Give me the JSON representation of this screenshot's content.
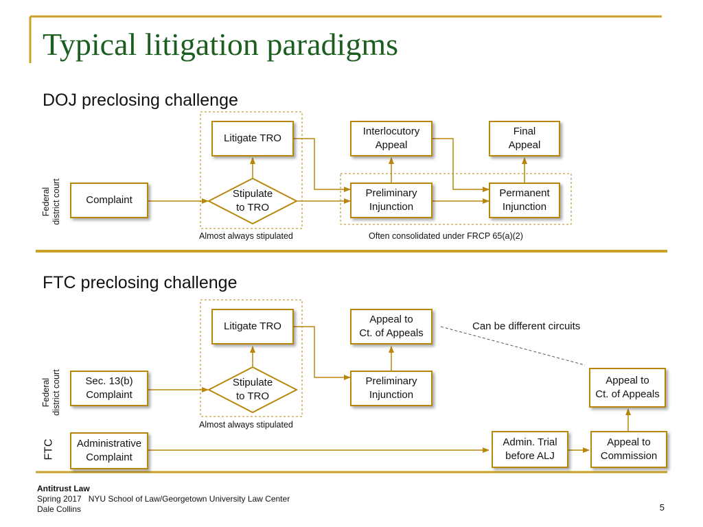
{
  "title": "Typical litigation paradigms",
  "doj": {
    "heading": "DOJ preclosing challenge",
    "court_label": "Federal\ndistrict court",
    "complaint": "Complaint",
    "litigate_tro": "Litigate TRO",
    "stipulate_tro": "Stipulate\nto TRO",
    "interlocutory_appeal": "Interlocutory\nAppeal",
    "preliminary_injunction": "Preliminary\nInjunction",
    "final_appeal": "Final\nAppeal",
    "permanent_injunction": "Permanent\nInjunction",
    "note_stipulated": "Almost always stipulated",
    "note_consolidated": "Often consolidated under FRCP 65(a)(2)"
  },
  "ftc": {
    "heading": "FTC preclosing challenge",
    "court_label": "Federal\ndistrict court",
    "ftc_label": "FTC",
    "sec13b_complaint": "Sec. 13(b)\nComplaint",
    "litigate_tro": "Litigate TRO",
    "stipulate_tro": "Stipulate\nto TRO",
    "appeal_ct_appeals_1": "Appeal to\nCt. of Appeals",
    "preliminary_injunction": "Preliminary\nInjunction",
    "appeal_ct_appeals_2": "Appeal to\nCt. of Appeals",
    "different_circuits": "Can be different circuits",
    "note_stipulated": "Almost always stipulated",
    "administrative_complaint": "Administrative\nComplaint",
    "admin_trial": "Admin. Trial\nbefore ALJ",
    "appeal_commission": "Appeal to\nCommission"
  },
  "footer": {
    "course": "Antitrust Law",
    "line2": "Spring 2017   NYU School of Law/Georgetown University Law Center",
    "author": "Dale Collins",
    "page": "5"
  },
  "colors": {
    "accent": "#b8860b",
    "title": "#1b5e20"
  }
}
